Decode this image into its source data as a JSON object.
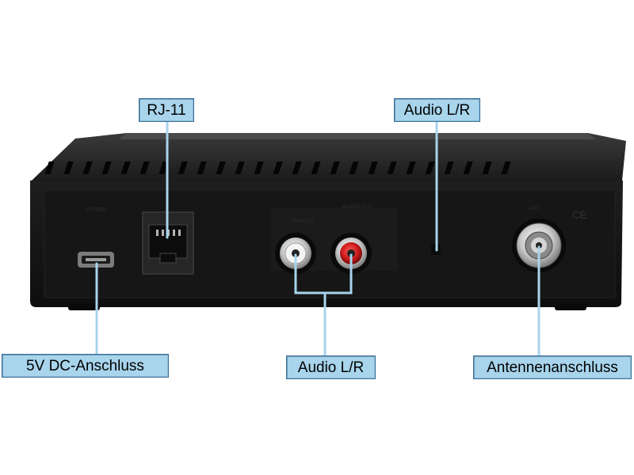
{
  "labels": {
    "rj11": "RJ-11",
    "audio_top": "Audio L/R",
    "dc": "5V DC-Anschluss",
    "audio_bottom": "Audio L/R",
    "antenna": "Antennenanschluss"
  },
  "panel_text": {
    "power": "POWER",
    "audio_out": "AUDIO OUT",
    "analog": "ANALOG",
    "ant": "ANT",
    "ce": "CE"
  },
  "colors": {
    "label_fill": "#a8d4ec",
    "label_border": "#3a6f96",
    "device_body": "#141414",
    "callout_line": "#a8d4ec",
    "rca_left_ring": "#d8d8d8",
    "rca_right_ring": "#c8121a"
  }
}
